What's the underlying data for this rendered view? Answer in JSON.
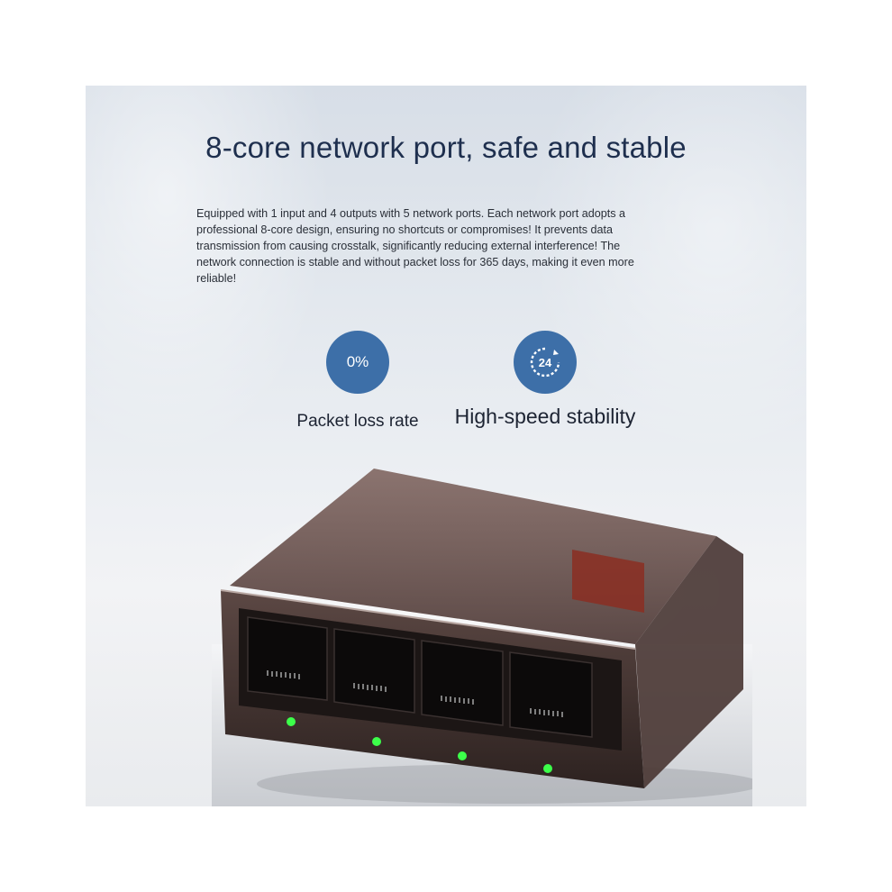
{
  "title": "8-core network port, safe and stable",
  "description": "Equipped with 1 input and 4 outputs with 5 network ports. Each network port adopts a professional 8-core design, ensuring no shortcuts or compromises! It prevents data transmission from causing crosstalk, significantly reducing external interference! The network connection is stable and without packet loss for 365 days, making it even more reliable!",
  "features": [
    {
      "badge": "0%",
      "label": "Packet loss rate"
    },
    {
      "badge": "24",
      "label": "High-speed stability",
      "icon": "clock-24-icon"
    }
  ],
  "colors": {
    "accent": "#3d6fa8",
    "title": "#1e2f4e",
    "led": "#3cff4a"
  }
}
